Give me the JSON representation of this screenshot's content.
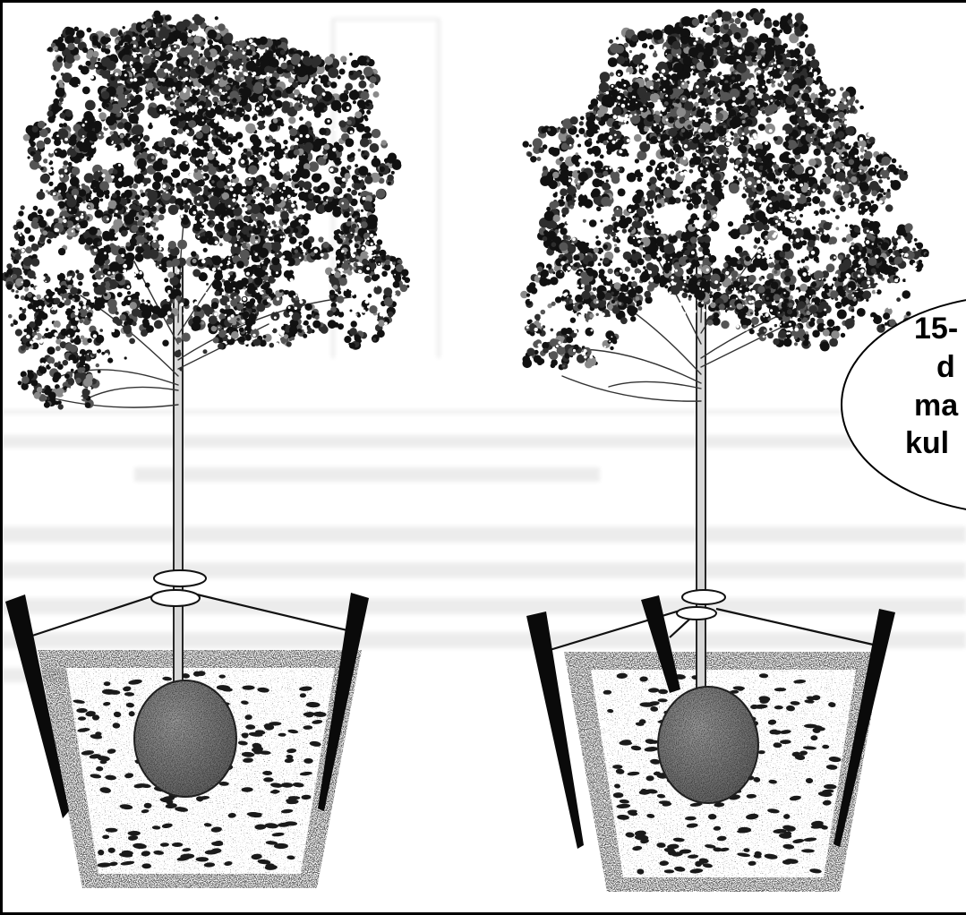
{
  "callout": {
    "lines": [
      "15-",
      "d",
      "ma",
      "kul"
    ]
  },
  "colors": {
    "paper": "#ffffff",
    "ink": "#111111",
    "foliage_dark": "#111111",
    "foliage_mid": "#555555",
    "trunk": "#d8d8d8",
    "root_ball": "#777777",
    "soil_speckle": "#1a1a1a"
  }
}
